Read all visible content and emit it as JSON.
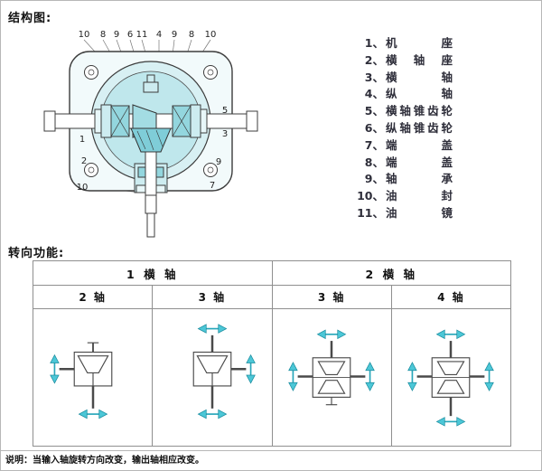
{
  "titles": {
    "structure": "结构图:",
    "function": "转向功能:"
  },
  "note": "说明：当输入轴旋转方向改变，输出轴相应改变。",
  "parts": [
    {
      "label": "1、",
      "name": "机座"
    },
    {
      "label": "2、",
      "name": "横轴座"
    },
    {
      "label": "3、",
      "name": "横轴"
    },
    {
      "label": "4、",
      "name": "纵轴"
    },
    {
      "label": "5、",
      "name": "横轴锥齿轮"
    },
    {
      "label": "6、",
      "name": "纵轴锥齿轮"
    },
    {
      "label": "7、",
      "name": "端盖"
    },
    {
      "label": "8、",
      "name": "端盖"
    },
    {
      "label": "9、",
      "name": "轴承"
    },
    {
      "label": "10、",
      "name": "油封"
    },
    {
      "label": "11、",
      "name": "油镜"
    }
  ],
  "callouts": {
    "top": [
      "10",
      "8",
      "9",
      "6",
      "11",
      "4",
      "9",
      "8",
      "10"
    ],
    "left": [
      "1",
      "2",
      "10"
    ],
    "right": [
      "5",
      "3",
      "9",
      "7"
    ]
  },
  "table": {
    "groups": [
      {
        "title": "1  横  轴",
        "subs": [
          "2 轴",
          "3 轴"
        ]
      },
      {
        "title": "2  横  轴",
        "subs": [
          "3 轴",
          "4 轴"
        ]
      }
    ]
  },
  "colors": {
    "accent_cyan": "#4cc7d7",
    "housing_teal": "#bfe7ec",
    "line": "#3c3c3c",
    "border_gray": "#8f8f8f"
  }
}
